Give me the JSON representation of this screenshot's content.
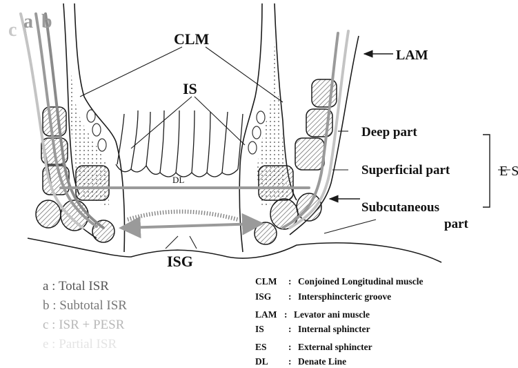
{
  "labels": {
    "clm": "CLM",
    "is": "IS",
    "lam": "LAM",
    "deep_part": "Deep part",
    "superficial_part": "Superficial part",
    "subcutaneous_part_line1": "Subcutaneous",
    "subcutaneous_part_line2": "part",
    "es": "E S",
    "dl": "DL",
    "isg": "ISG",
    "corner_c": "c",
    "corner_a": "a",
    "corner_b": "b"
  },
  "legend_left": [
    {
      "text": "a : Total ISR",
      "color": "#555555"
    },
    {
      "text": "b : Subtotal ISR",
      "color": "#777777"
    },
    {
      "text": "c : ISR + PESR",
      "color": "#b8b8b8"
    },
    {
      "text": "e : Partial ISR",
      "color": "#e4e4e4"
    }
  ],
  "legend_right": [
    {
      "abbr": "CLM",
      "sep": ":",
      "desc": "Conjoined Longitudinal muscle"
    },
    {
      "abbr": "ISG",
      "sep": ":",
      "desc": "Intersphincteric groove"
    },
    {
      "abbr": "LAM",
      "sep": ":",
      "desc": "Levator ani muscle"
    },
    {
      "abbr": "IS",
      "sep": ":",
      "desc": "Internal sphincter"
    },
    {
      "abbr": "ES",
      "sep": ":",
      "desc": "External sphincter"
    },
    {
      "abbr": "DL",
      "sep": ":",
      "desc": "Denate Line"
    }
  ],
  "colors": {
    "line": "#1a1a1a",
    "gray_arrow": "#9a9a9a",
    "light_arrow": "#c4c4c4",
    "hatch": "#555555"
  }
}
